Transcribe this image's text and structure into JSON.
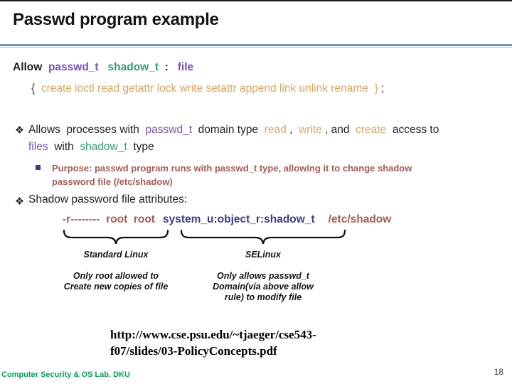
{
  "slide": {
    "title": "Passwd program example",
    "footer_left": "Computer Security & OS Lab. DKU",
    "page_number": "18"
  },
  "colors": {
    "type_purple": "#7850BE",
    "type_green": "#2DA06E",
    "perm_orange": "#E0A45F",
    "note_red": "#A85A52",
    "selinux_navy": "#3C3C8C",
    "footer_green": "#00A550",
    "divider_blue": "#7490B4"
  },
  "allow_rule": {
    "header_segments": [
      {
        "text": "Allow "
      },
      {
        "text": "passwd_t"
      },
      {
        "text": "  shadow_t"
      },
      {
        "text": " :  "
      },
      {
        "text": "file"
      }
    ],
    "perm_segments": [
      {
        "text": "{ "
      },
      {
        "text": "create ioctl read getattr lock write setattr append link unlink rename"
      },
      {
        "text": " }"
      },
      {
        "text": ";"
      }
    ]
  },
  "bullet1": {
    "line1_segments": [
      {
        "text": "Allows  processes with "
      },
      {
        "text": "passwd_t"
      },
      {
        "text": " domain type "
      },
      {
        "text": "read"
      },
      {
        "text": ", "
      },
      {
        "text": "write"
      },
      {
        "text": ", and "
      },
      {
        "text": "create"
      },
      {
        "text": " access to"
      }
    ],
    "line2_segments": [
      {
        "text": "files"
      },
      {
        "text": " with "
      },
      {
        "text": "shadow_t"
      },
      {
        "text": " type"
      }
    ]
  },
  "purpose": {
    "lines": [
      "Purpose: passwd program runs with passwd_t type, allowing it to change shadow",
      "password file (/etc/shadow)"
    ]
  },
  "bullet2": {
    "text": "Shadow password file attributes:"
  },
  "attributes_line": {
    "standard": "-r--------  root  root",
    "selinux": "system_u:object_r:shadow_t",
    "path": "/etc/shadow"
  },
  "annotations": {
    "standard_linux": {
      "label": "Standard Linux",
      "note_lines": [
        "Only root allowed to",
        "Create new copies of file"
      ]
    },
    "selinux": {
      "label": "SELinux",
      "note_lines": [
        "Only allows passwd_t",
        "Domain(via above allow",
        "rule) to modify file"
      ]
    }
  },
  "source": {
    "lines": [
      "http://www.cse.psu.edu/~tjaeger/cse543-",
      "f07/slides/03-PolicyConcepts.pdf"
    ]
  }
}
